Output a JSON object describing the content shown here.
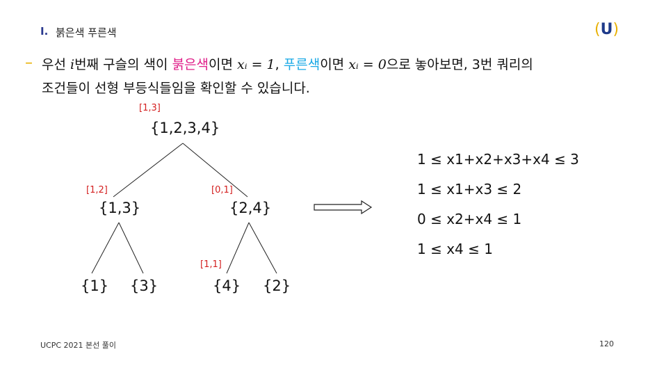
{
  "header": {
    "section_number": "I.",
    "section_title": "붉은색 푸른색",
    "logo_text": "U",
    "logo_left_paren": "(",
    "logo_right_paren": ")"
  },
  "body": {
    "bullet": "–",
    "line1_part1": "우선 ",
    "line1_var_i": "i",
    "line1_part2": "번째 구슬의 색이 ",
    "line1_red_word": "붉은색",
    "line1_part3": "이면 ",
    "line1_eq_red": "xᵢ = 1",
    "line1_comma": ", ",
    "line1_blue_word": "푸른색",
    "line1_part4": "이면 ",
    "line1_eq_blue": "xᵢ = 0",
    "line1_part5": "으로 놓아보면, 3번 쿼리의",
    "line2": "조건들이 선형 부등식들임을 확인할 수 있습니다."
  },
  "tree": {
    "root": {
      "label": "{1,2,3,4}",
      "interval": "[1,3]"
    },
    "left": {
      "label": "{1,3}",
      "interval": "[1,2]"
    },
    "right": {
      "label": "{2,4}",
      "interval": "[0,1]"
    },
    "leaf1": {
      "label": "{1}"
    },
    "leaf3": {
      "label": "{3}"
    },
    "leaf4": {
      "label": "{4}",
      "interval": "[1,1]"
    },
    "leaf2": {
      "label": "{2}"
    }
  },
  "inequalities": [
    "1 ≤ x1+x2+x3+x4 ≤ 3",
    "1 ≤ x1+x3 ≤ 2",
    "0 ≤ x2+x4 ≤ 1",
    "1 ≤ x4 ≤ 1"
  ],
  "footer": {
    "left_text": "UCPC 2021 본선 풀이",
    "page_number": "120"
  },
  "colors": {
    "red_word": "#e0208a",
    "blue_word": "#1aa9e6",
    "interval_red": "#d42020",
    "accent_yellow": "#e8b000",
    "navy": "#1e3a8a"
  }
}
